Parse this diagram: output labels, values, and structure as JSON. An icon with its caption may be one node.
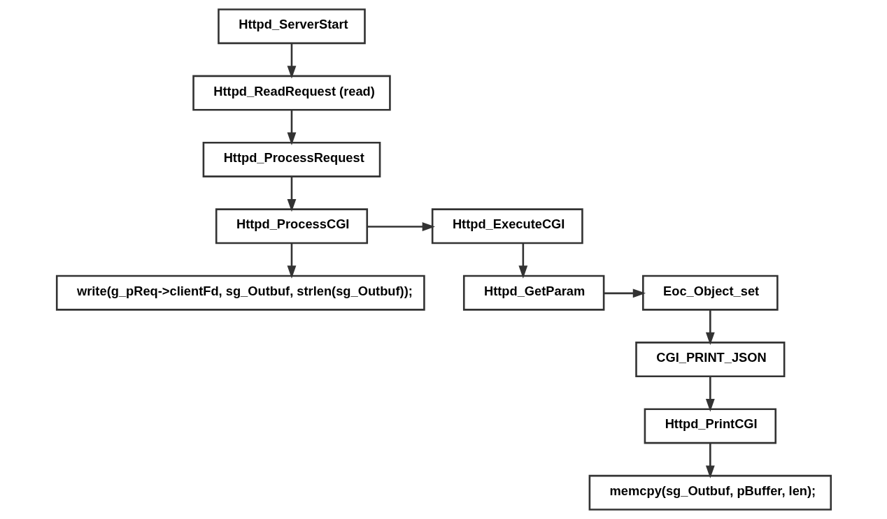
{
  "diagram": {
    "nodes": [
      {
        "text": [
          "Httpd_ServerStart"
        ]
      },
      {
        "text": [
          "Httpd_ReadRequest (read)"
        ]
      },
      {
        "text": [
          "Httpd_ProcessRequest"
        ]
      },
      {
        "text": [
          "Httpd_ProcessCGI"
        ]
      },
      {
        "text": [
          "write(g_pReq->clientFd, sg_Outbuf, strlen(sg_Outbuf));"
        ]
      },
      {
        "text": [
          "Httpd_ExecuteCGI"
        ]
      },
      {
        "text": [
          "Httpd_GetParam"
        ]
      },
      {
        "text": [
          "Eoc_Object_set"
        ]
      },
      {
        "text": [
          "CGI_PRINT_JSON"
        ]
      },
      {
        "text": [
          "Httpd_PrintCGI"
        ]
      },
      {
        "text": [
          "memcpy(sg_Outbuf, pBuffer, len);"
        ]
      }
    ],
    "edges": [
      {
        "from": 0,
        "to": 1,
        "arrow": "to"
      },
      {
        "from": 1,
        "to": 2,
        "arrow": "to"
      },
      {
        "from": 2,
        "to": 3,
        "arrow": "to"
      },
      {
        "from": 3,
        "to": 4,
        "arrow": "to"
      },
      {
        "from": 3,
        "to": 5,
        "arrow": "to"
      },
      {
        "from": 5,
        "to": 6,
        "arrow": "to"
      },
      {
        "from": 6,
        "to": 7,
        "arrow": "to"
      },
      {
        "from": 7,
        "to": 8,
        "arrow": "to"
      },
      {
        "from": 8,
        "to": 9,
        "arrow": "to"
      },
      {
        "from": 9,
        "to": 10,
        "arrow": "to"
      }
    ]
  }
}
